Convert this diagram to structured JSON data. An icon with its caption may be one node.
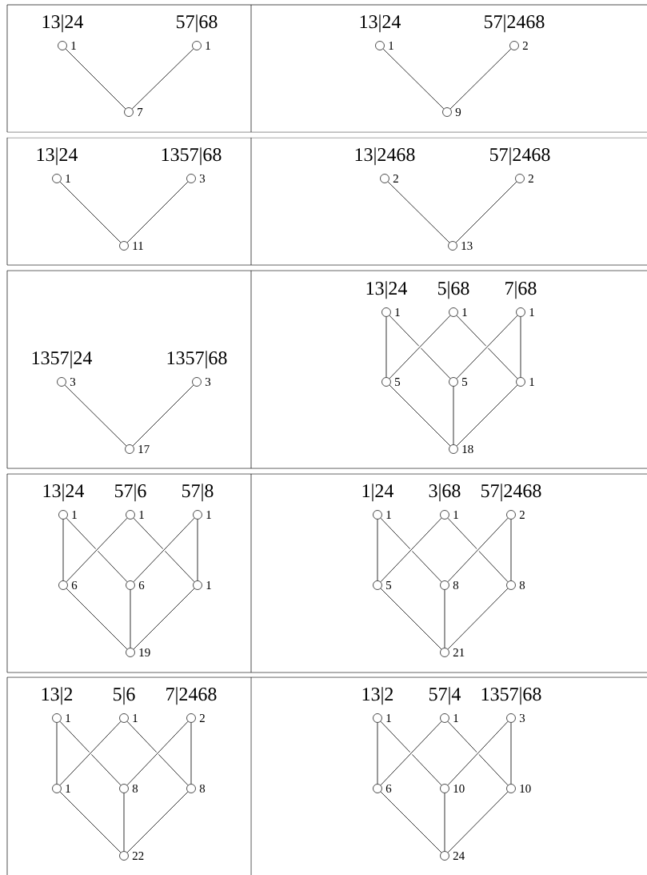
{
  "diagram": {
    "nodes": [
      {
        "text": [],
        "shape": "circle",
        "beside": [
          "13|24",
          "1"
        ]
      },
      {
        "text": [],
        "shape": "circle",
        "beside": [
          "57|68",
          "1"
        ]
      },
      {
        "text": [],
        "shape": "circle",
        "beside": [
          "7"
        ]
      },
      {
        "text": [],
        "shape": "circle",
        "beside": [
          "13|24",
          "1"
        ]
      },
      {
        "text": [],
        "shape": "circle",
        "beside": [
          "57|2468",
          "2"
        ]
      },
      {
        "text": [],
        "shape": "circle",
        "beside": [
          "9"
        ]
      },
      {
        "text": [],
        "shape": "circle",
        "beside": [
          "13|24",
          "1"
        ]
      },
      {
        "text": [],
        "shape": "circle",
        "beside": [
          "1357|68",
          "3"
        ]
      },
      {
        "text": [],
        "shape": "circle",
        "beside": [
          "11"
        ]
      },
      {
        "text": [],
        "shape": "circle",
        "beside": [
          "13|2468",
          "2"
        ]
      },
      {
        "text": [],
        "shape": "circle",
        "beside": [
          "57|2468",
          "2"
        ]
      },
      {
        "text": [],
        "shape": "circle",
        "beside": [
          "13"
        ]
      },
      {
        "text": [],
        "shape": "circle",
        "beside": [
          "1357|24",
          "3"
        ]
      },
      {
        "text": [],
        "shape": "circle",
        "beside": [
          "1357|68",
          "3"
        ]
      },
      {
        "text": [],
        "shape": "circle",
        "beside": [
          "17"
        ]
      },
      {
        "text": [],
        "shape": "circle",
        "beside": [
          "13|24",
          "1"
        ]
      },
      {
        "text": [],
        "shape": "circle",
        "beside": [
          "5|68",
          "1"
        ]
      },
      {
        "text": [],
        "shape": "circle",
        "beside": [
          "7|68",
          "1"
        ]
      },
      {
        "text": [],
        "shape": "circle",
        "beside": [
          "5"
        ]
      },
      {
        "text": [],
        "shape": "circle",
        "beside": [
          "5"
        ]
      },
      {
        "text": [],
        "shape": "circle",
        "beside": [
          "1"
        ]
      },
      {
        "text": [],
        "shape": "circle",
        "beside": [
          "18"
        ]
      },
      {
        "text": [],
        "shape": "circle",
        "beside": [
          "13|24",
          "1"
        ]
      },
      {
        "text": [],
        "shape": "circle",
        "beside": [
          "57|6",
          "1"
        ]
      },
      {
        "text": [],
        "shape": "circle",
        "beside": [
          "57|8",
          "1"
        ]
      },
      {
        "text": [],
        "shape": "circle",
        "beside": [
          "6"
        ]
      },
      {
        "text": [],
        "shape": "circle",
        "beside": [
          "6"
        ]
      },
      {
        "text": [],
        "shape": "circle",
        "beside": [
          "1"
        ]
      },
      {
        "text": [],
        "shape": "circle",
        "beside": [
          "19"
        ]
      },
      {
        "text": [],
        "shape": "circle",
        "beside": [
          "1|24",
          "1"
        ]
      },
      {
        "text": [],
        "shape": "circle",
        "beside": [
          "3|68",
          "1"
        ]
      },
      {
        "text": [],
        "shape": "circle",
        "beside": [
          "57|2468",
          "2"
        ]
      },
      {
        "text": [],
        "shape": "circle",
        "beside": [
          "5"
        ]
      },
      {
        "text": [],
        "shape": "circle",
        "beside": [
          "8"
        ]
      },
      {
        "text": [],
        "shape": "circle",
        "beside": [
          "8"
        ]
      },
      {
        "text": [],
        "shape": "circle",
        "beside": [
          "21"
        ]
      },
      {
        "text": [],
        "shape": "circle",
        "beside": [
          "13|2",
          "1"
        ]
      },
      {
        "text": [],
        "shape": "circle",
        "beside": [
          "5|6",
          "1"
        ]
      },
      {
        "text": [],
        "shape": "circle",
        "beside": [
          "7|2468",
          "2"
        ]
      },
      {
        "text": [],
        "shape": "circle",
        "beside": [
          "1"
        ]
      },
      {
        "text": [],
        "shape": "circle",
        "beside": [
          "8"
        ]
      },
      {
        "text": [],
        "shape": "circle",
        "beside": [
          "8"
        ]
      },
      {
        "text": [],
        "shape": "circle",
        "beside": [
          "22"
        ]
      },
      {
        "text": [],
        "shape": "circle",
        "beside": [
          "13|2",
          "1"
        ]
      },
      {
        "text": [],
        "shape": "circle",
        "beside": [
          "57|4",
          "1"
        ]
      },
      {
        "text": [],
        "shape": "circle",
        "beside": [
          "1357|68",
          "3"
        ]
      },
      {
        "text": [],
        "shape": "circle",
        "beside": [
          "6"
        ]
      },
      {
        "text": [],
        "shape": "circle",
        "beside": [
          "10"
        ]
      },
      {
        "text": [],
        "shape": "circle",
        "beside": [
          "10"
        ]
      },
      {
        "text": [],
        "shape": "circle",
        "beside": [
          "24"
        ]
      }
    ],
    "edges": [
      {
        "from": 0,
        "to": 2,
        "arrow": "none"
      },
      {
        "from": 1,
        "to": 2,
        "arrow": "none"
      },
      {
        "from": 3,
        "to": 5,
        "arrow": "none"
      },
      {
        "from": 4,
        "to": 5,
        "arrow": "none"
      },
      {
        "from": 6,
        "to": 8,
        "arrow": "none"
      },
      {
        "from": 7,
        "to": 8,
        "arrow": "none"
      },
      {
        "from": 9,
        "to": 11,
        "arrow": "none"
      },
      {
        "from": 10,
        "to": 11,
        "arrow": "none"
      },
      {
        "from": 12,
        "to": 14,
        "arrow": "none"
      },
      {
        "from": 13,
        "to": 14,
        "arrow": "none"
      },
      {
        "from": 15,
        "to": 18,
        "arrow": "none"
      },
      {
        "from": 15,
        "to": 19,
        "arrow": "none"
      },
      {
        "from": 16,
        "to": 18,
        "arrow": "none"
      },
      {
        "from": 16,
        "to": 20,
        "arrow": "none"
      },
      {
        "from": 17,
        "to": 19,
        "arrow": "none"
      },
      {
        "from": 17,
        "to": 20,
        "arrow": "none"
      },
      {
        "from": 18,
        "to": 21,
        "arrow": "none"
      },
      {
        "from": 19,
        "to": 21,
        "arrow": "none"
      },
      {
        "from": 20,
        "to": 21,
        "arrow": "none"
      },
      {
        "from": 22,
        "to": 25,
        "arrow": "none"
      },
      {
        "from": 22,
        "to": 26,
        "arrow": "none"
      },
      {
        "from": 23,
        "to": 25,
        "arrow": "none"
      },
      {
        "from": 23,
        "to": 27,
        "arrow": "none"
      },
      {
        "from": 24,
        "to": 26,
        "arrow": "none"
      },
      {
        "from": 24,
        "to": 27,
        "arrow": "none"
      },
      {
        "from": 25,
        "to": 28,
        "arrow": "none"
      },
      {
        "from": 26,
        "to": 28,
        "arrow": "none"
      },
      {
        "from": 27,
        "to": 28,
        "arrow": "none"
      },
      {
        "from": 29,
        "to": 32,
        "arrow": "none"
      },
      {
        "from": 29,
        "to": 33,
        "arrow": "none"
      },
      {
        "from": 30,
        "to": 32,
        "arrow": "none"
      },
      {
        "from": 30,
        "to": 34,
        "arrow": "none"
      },
      {
        "from": 31,
        "to": 33,
        "arrow": "none"
      },
      {
        "from": 31,
        "to": 34,
        "arrow": "none"
      },
      {
        "from": 32,
        "to": 35,
        "arrow": "none"
      },
      {
        "from": 33,
        "to": 35,
        "arrow": "none"
      },
      {
        "from": 34,
        "to": 35,
        "arrow": "none"
      },
      {
        "from": 36,
        "to": 39,
        "arrow": "none"
      },
      {
        "from": 36,
        "to": 40,
        "arrow": "none"
      },
      {
        "from": 37,
        "to": 39,
        "arrow": "none"
      },
      {
        "from": 37,
        "to": 41,
        "arrow": "none"
      },
      {
        "from": 38,
        "to": 40,
        "arrow": "none"
      },
      {
        "from": 38,
        "to": 41,
        "arrow": "none"
      },
      {
        "from": 39,
        "to": 42,
        "arrow": "none"
      },
      {
        "from": 40,
        "to": 42,
        "arrow": "none"
      },
      {
        "from": 41,
        "to": 42,
        "arrow": "none"
      },
      {
        "from": 43,
        "to": 46,
        "arrow": "none"
      },
      {
        "from": 43,
        "to": 47,
        "arrow": "none"
      },
      {
        "from": 44,
        "to": 46,
        "arrow": "none"
      },
      {
        "from": 44,
        "to": 48,
        "arrow": "none"
      },
      {
        "from": 45,
        "to": 47,
        "arrow": "none"
      },
      {
        "from": 45,
        "to": 48,
        "arrow": "none"
      },
      {
        "from": 46,
        "to": 49,
        "arrow": "none"
      },
      {
        "from": 47,
        "to": 49,
        "arrow": "none"
      },
      {
        "from": 48,
        "to": 49,
        "arrow": "none"
      }
    ]
  }
}
